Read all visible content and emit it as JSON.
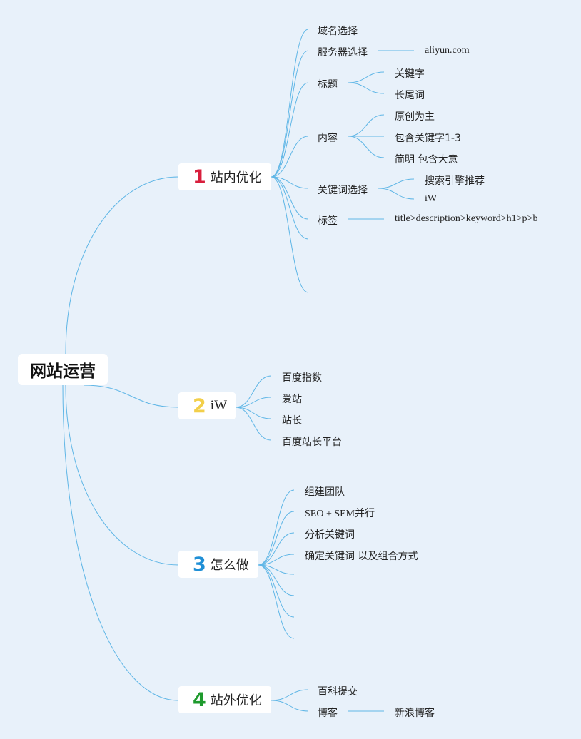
{
  "root": {
    "label": "网站运营"
  },
  "branches": [
    {
      "number": "1",
      "number_color": "#d81e3c",
      "label": "站内优化",
      "children": [
        {
          "label": "域名选择"
        },
        {
          "label": "服务器选择",
          "children": [
            {
              "label": "aliyun.com"
            }
          ]
        },
        {
          "label": "标题",
          "children": [
            {
              "label": "关键字"
            },
            {
              "label": "长尾词"
            }
          ]
        },
        {
          "label": "内容",
          "children": [
            {
              "label": "原创为主"
            },
            {
              "label": "包含关键字1-3"
            },
            {
              "label": "简明 包含大意"
            }
          ]
        },
        {
          "label": "关键词选择",
          "children": [
            {
              "label": "搜索引擎推荐"
            },
            {
              "label": "iW"
            }
          ]
        },
        {
          "label": "标签",
          "children": [
            {
              "label": "title>description>keyword>h1>p>b"
            }
          ]
        }
      ]
    },
    {
      "number": "2",
      "number_color": "#f2cf4a",
      "label": "iW",
      "children": [
        {
          "label": "百度指数"
        },
        {
          "label": "爱站"
        },
        {
          "label": "站长"
        },
        {
          "label": "百度站长平台"
        }
      ]
    },
    {
      "number": "3",
      "number_color": "#1f8fd6",
      "label": "怎么做",
      "children": [
        {
          "label": "组建团队"
        },
        {
          "label": "SEO + SEM并行"
        },
        {
          "label": "分析关键词"
        },
        {
          "label": "确定关键词 以及组合方式"
        }
      ]
    },
    {
      "number": "4",
      "number_color": "#1e9a2d",
      "label": "站外优化",
      "children": [
        {
          "label": "百科提交"
        },
        {
          "label": "博客",
          "children": [
            {
              "label": "新浪博客"
            }
          ]
        }
      ]
    }
  ],
  "colors": {
    "line": "#5fb6e6",
    "background": "#e8f1fa"
  }
}
